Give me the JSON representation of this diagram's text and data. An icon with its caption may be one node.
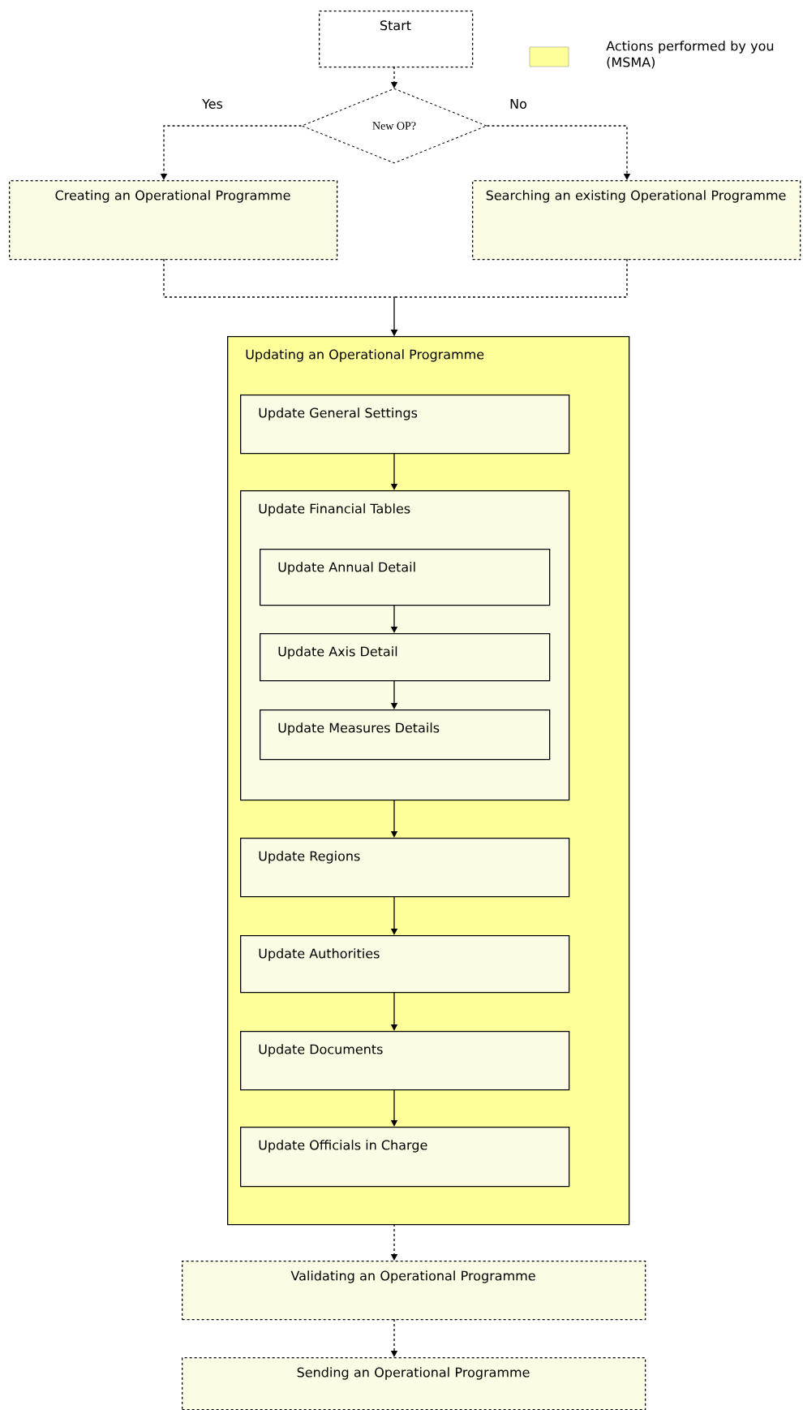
{
  "diagram": {
    "nodes": [
      {
        "text": [
          "Start"
        ]
      },
      {
        "text": [
          "New OP?"
        ]
      },
      {
        "text": [
          "Creating an Operational Programme"
        ]
      },
      {
        "text": [
          "Searching an existing Operational Programme"
        ]
      },
      {
        "text": [
          "Updating an Operational Programme"
        ]
      },
      {
        "text": [
          "Update General Settings"
        ],
        "in": 4
      },
      {
        "text": [
          "Update Financial Tables"
        ],
        "in": 4
      },
      {
        "text": [
          "Update Annual Detail"
        ],
        "in": 6
      },
      {
        "text": [
          "Update Axis Detail"
        ],
        "in": 6
      },
      {
        "text": [
          "Update Measures Details"
        ],
        "in": 6
      },
      {
        "text": [
          "Update Regions"
        ],
        "in": 4
      },
      {
        "text": [
          "Update Authorities"
        ],
        "in": 4
      },
      {
        "text": [
          "Update Documents"
        ],
        "in": 4
      },
      {
        "text": [
          "Update Officials in Charge"
        ],
        "in": 4
      },
      {
        "text": [
          "Validating an Operational Programme"
        ]
      },
      {
        "text": [
          "Sending an Operational Programme"
        ]
      }
    ],
    "edges": [
      {
        "from": 0,
        "to": 1,
        "arrow": "to",
        "style": "dashed"
      },
      {
        "from": 1,
        "to": 2,
        "arrow": "to",
        "style": "dashed",
        "label": "Yes"
      },
      {
        "from": 1,
        "to": 3,
        "arrow": "to",
        "style": "dashed",
        "label": "No"
      },
      {
        "from": 2,
        "to": 4,
        "arrow": "to",
        "style": "dashed"
      },
      {
        "from": 3,
        "to": 4,
        "arrow": "to",
        "style": "dashed"
      },
      {
        "from": 5,
        "to": 6,
        "arrow": "to"
      },
      {
        "from": 7,
        "to": 8,
        "arrow": "to"
      },
      {
        "from": 8,
        "to": 9,
        "arrow": "to"
      },
      {
        "from": 6,
        "to": 10,
        "arrow": "to"
      },
      {
        "from": 10,
        "to": 11,
        "arrow": "to"
      },
      {
        "from": 11,
        "to": 12,
        "arrow": "to"
      },
      {
        "from": 12,
        "to": 13,
        "arrow": "to"
      },
      {
        "from": 4,
        "to": 14,
        "arrow": "to",
        "style": "dashed"
      },
      {
        "from": 14,
        "to": 15,
        "arrow": "to",
        "style": "dashed"
      }
    ],
    "legend": [
      {
        "text": "Actions performed by you (MSMA)",
        "color": "#ffff99"
      }
    ]
  }
}
